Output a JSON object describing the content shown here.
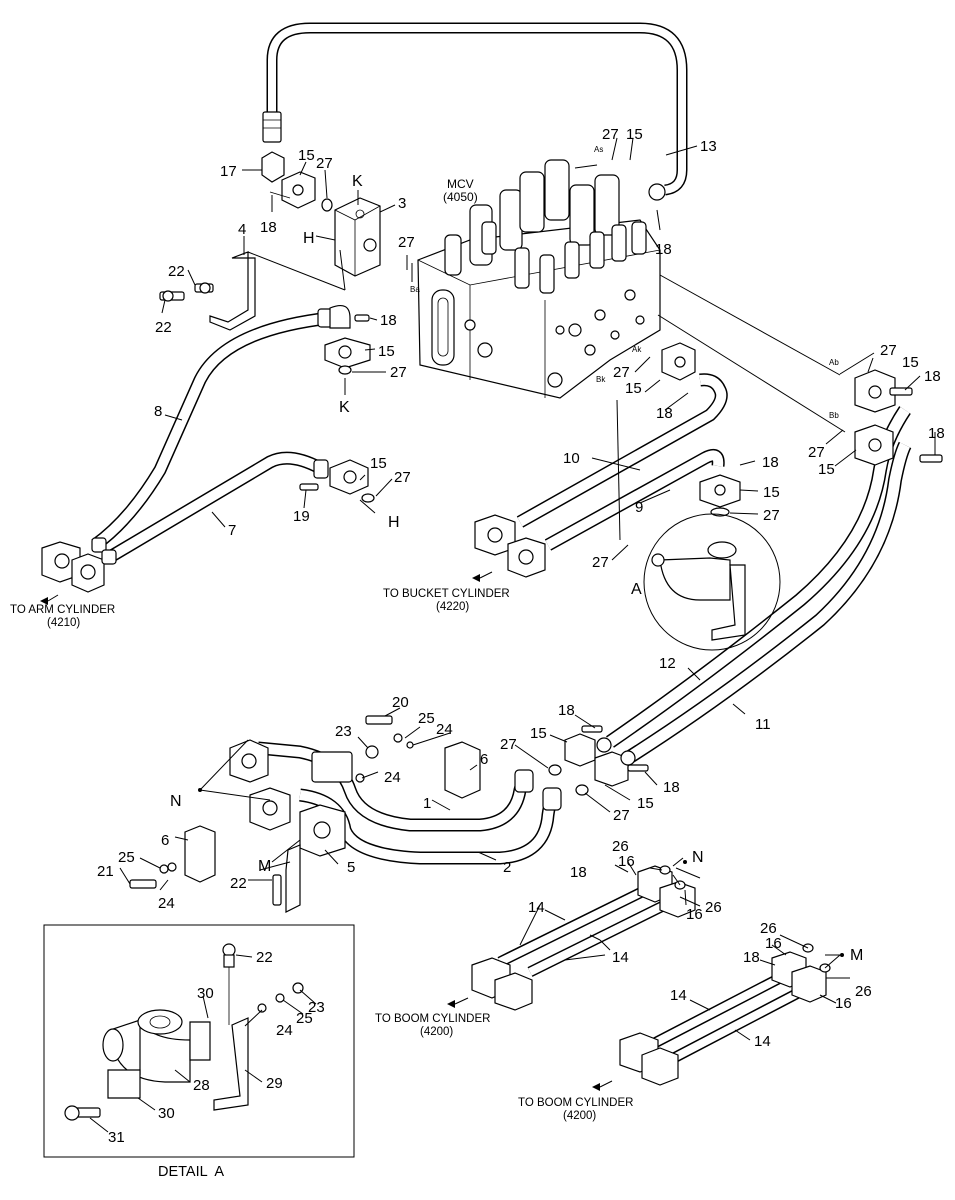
{
  "callouts": {
    "n1": "1",
    "n2": "2",
    "n3": "3",
    "n4": "4",
    "n5": "5",
    "n6a": "6",
    "n6b": "6",
    "n7": "7",
    "n8": "8",
    "n9": "9",
    "n10": "10",
    "n11": "11",
    "n12": "12",
    "n13": "13",
    "n14a": "14",
    "n14b": "14",
    "n14c": "14",
    "n14d": "14",
    "n15a": "15",
    "n15b": "15",
    "n15c": "15",
    "n15d": "15",
    "n15e": "15",
    "n15f": "15",
    "n15g": "15",
    "n15h": "15",
    "n15i": "15",
    "n15j": "15",
    "n16a": "16",
    "n16b": "16",
    "n16c": "16",
    "n16d": "16",
    "n17": "17",
    "n18a": "18",
    "n18b": "18",
    "n18c": "18",
    "n18d": "18",
    "n18e": "18",
    "n18f": "18",
    "n18g": "18",
    "n18h": "18",
    "n18i": "18",
    "n18j": "18",
    "n18k": "18",
    "n19": "19",
    "n20": "20",
    "n21": "21",
    "n22a": "22",
    "n22b": "22",
    "n22c": "22",
    "n22d": "22",
    "n23a": "23",
    "n23b": "23",
    "n24a": "24",
    "n24b": "24",
    "n24c": "24",
    "n24d": "24",
    "n25a": "25",
    "n25b": "25",
    "n25c": "25",
    "n26a": "26",
    "n26b": "26",
    "n26c": "26",
    "n26d": "26",
    "n27a": "27",
    "n27b": "27",
    "n27c": "27",
    "n27d": "27",
    "n27e": "27",
    "n27f": "27",
    "n27g": "27",
    "n27h": "27",
    "n27i": "27",
    "n27j": "27",
    "n27k": "27",
    "n28": "28",
    "n29": "29",
    "n30a": "30",
    "n30b": "30",
    "n31": "31"
  },
  "reference_letters": {
    "k_top": "K",
    "k_bottom": "K",
    "h_top": "H",
    "h_bottom": "H",
    "a_circle": "A",
    "n_left": "N",
    "n_right": "N",
    "m_left": "M",
    "m_right": "M"
  },
  "port_labels": {
    "as": "As",
    "ba": "Ba",
    "ak": "Ak",
    "bk": "Bk",
    "ab": "Ab",
    "bb": "Bb"
  },
  "mcv": {
    "name": "MCV",
    "code": "(4050)"
  },
  "destinations": {
    "arm": {
      "label": "TO ARM CYLINDER",
      "code": "(4210)"
    },
    "bucket": {
      "label": "TO BUCKET CYLINDER",
      "code": "(4220)"
    },
    "boom1": {
      "label": "TO BOOM CYLINDER",
      "code": "(4200)"
    },
    "boom2": {
      "label": "TO BOOM CYLINDER",
      "code": "(4200)"
    }
  },
  "detail_title": "DETAIL  A"
}
